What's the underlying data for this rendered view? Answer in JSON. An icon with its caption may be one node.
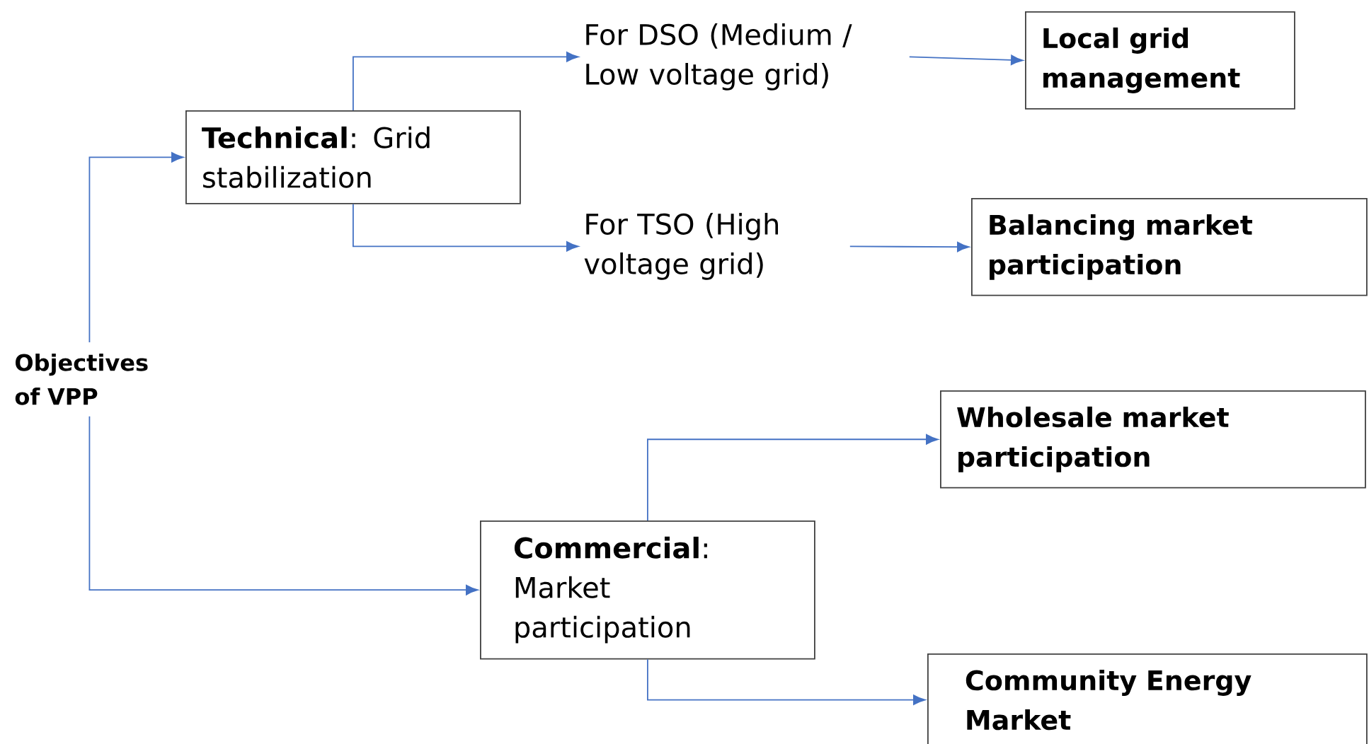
{
  "diagram": {
    "nodes": [
      {
        "text": [
          "Objectives of VPP"
        ]
      },
      {
        "text": [
          "**Technical**: Grid stabilization"
        ]
      },
      {
        "text": [
          "For DSO (Medium / Low voltage grid)"
        ]
      },
      {
        "text": [
          "Local grid management"
        ]
      },
      {
        "text": [
          "For TSO (High voltage grid)"
        ]
      },
      {
        "text": [
          "Balancing market participation"
        ]
      },
      {
        "text": [
          "**Commercial**: Market participation"
        ]
      },
      {
        "text": [
          "Wholesale market participation"
        ]
      },
      {
        "text": [
          "Community Energy Market"
        ]
      }
    ],
    "edges": [
      {
        "from": 0,
        "to": 1,
        "arrow": "to"
      },
      {
        "from": 1,
        "to": 2,
        "arrow": "to"
      },
      {
        "from": 2,
        "to": 3,
        "arrow": "to"
      },
      {
        "from": 1,
        "to": 4,
        "arrow": "to"
      },
      {
        "from": 4,
        "to": 5,
        "arrow": "to"
      },
      {
        "from": 0,
        "to": 6,
        "arrow": "to"
      },
      {
        "from": 6,
        "to": 7,
        "arrow": "to"
      },
      {
        "from": 6,
        "to": 8,
        "arrow": "to"
      }
    ]
  }
}
